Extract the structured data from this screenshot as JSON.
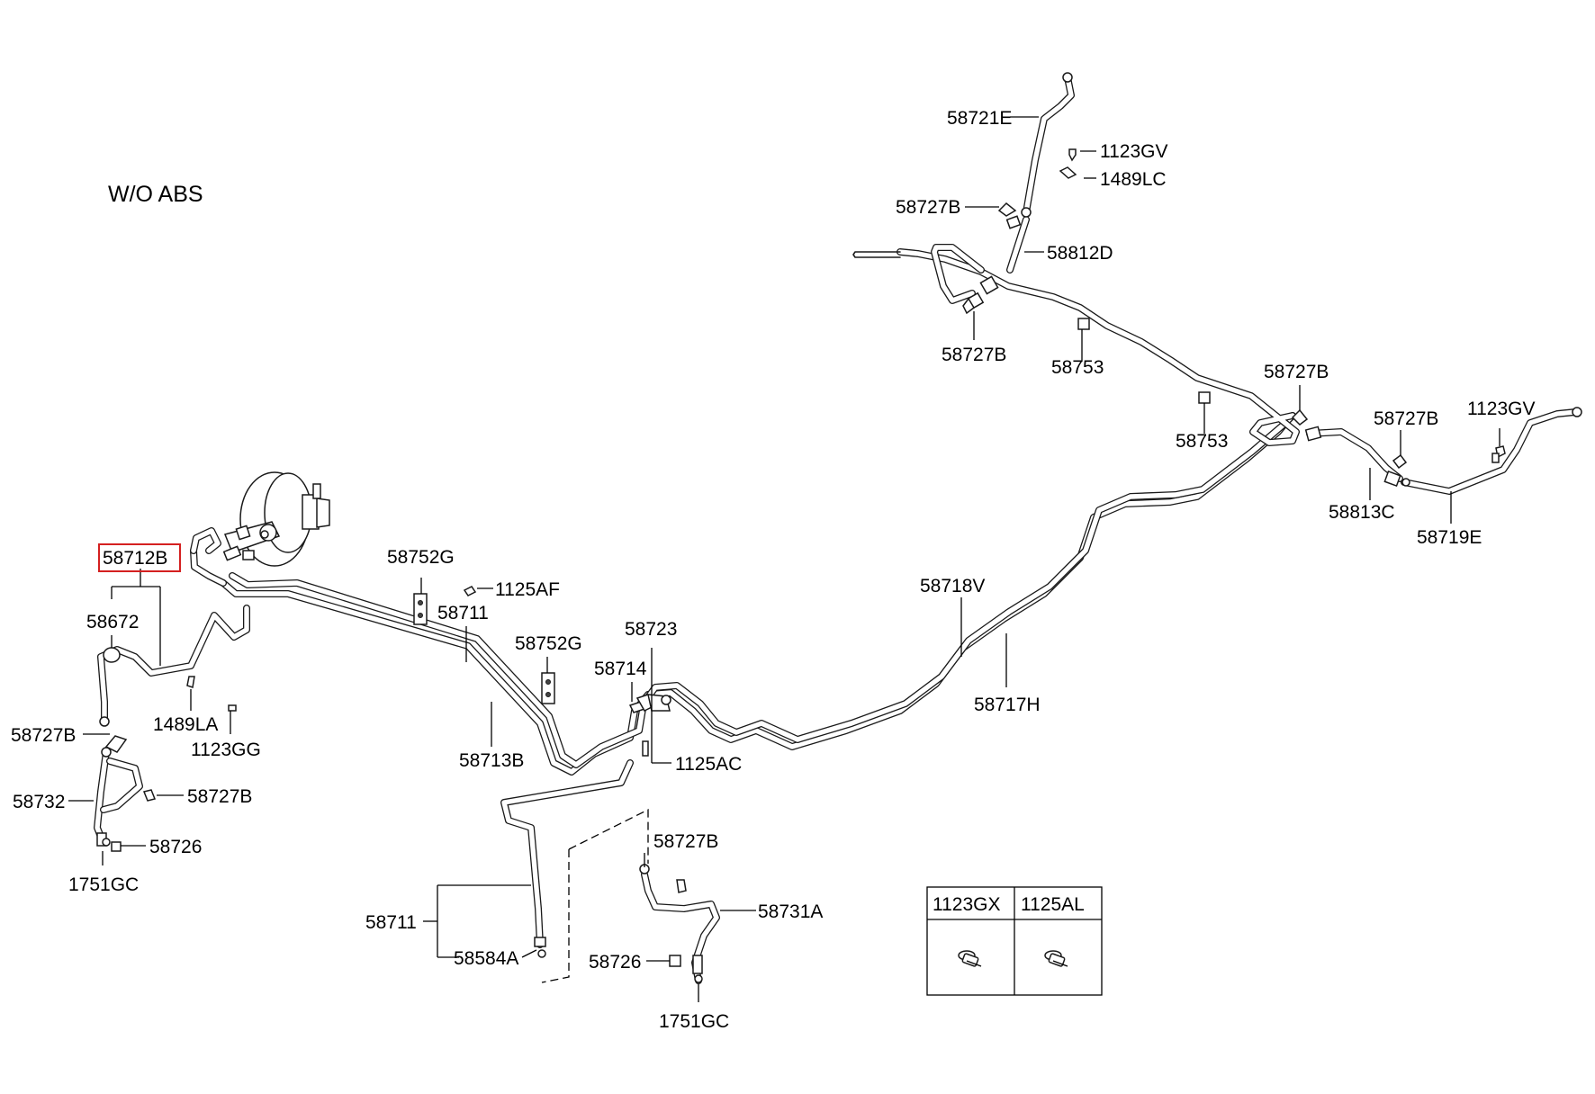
{
  "diagram": {
    "variant_note": "W/O ABS",
    "highlighted_part": "58712B",
    "highlight_color": "#d42020",
    "labels": {
      "p58721E": "58721E",
      "p1123GV_a": "1123GV",
      "p1489LC": "1489LC",
      "p58727B_a": "58727B",
      "p58812D": "58812D",
      "p58727B_b": "58727B",
      "p58753_a": "58753",
      "p58753_b": "58753",
      "p58727B_c": "58727B",
      "p58727B_d": "58727B",
      "p1123GV_b": "1123GV",
      "p58813C": "58813C",
      "p58719E": "58719E",
      "p58712B": "58712B",
      "p58672": "58672",
      "p58752G_a": "58752G",
      "p1125AF": "1125AF",
      "p58711_a": "58711",
      "p58752G_b": "58752G",
      "p58723": "58723",
      "p58714": "58714",
      "p58718V": "58718V",
      "p58717H": "58717H",
      "p1489LA": "1489LA",
      "p1123GG": "1123GG",
      "p58727B_e": "58727B",
      "p58713B": "58713B",
      "p1125AC": "1125AC",
      "p58732": "58732",
      "p58727B_f": "58727B",
      "p58726_a": "58726",
      "p1751GC_a": "1751GC",
      "p58727B_g": "58727B",
      "p58731A": "58731A",
      "p58711_b": "58711",
      "p58584A": "58584A",
      "p58726_b": "58726",
      "p1751GC_b": "1751GC"
    },
    "legend_table": {
      "headers": [
        "1123GX",
        "1125AL"
      ]
    }
  }
}
